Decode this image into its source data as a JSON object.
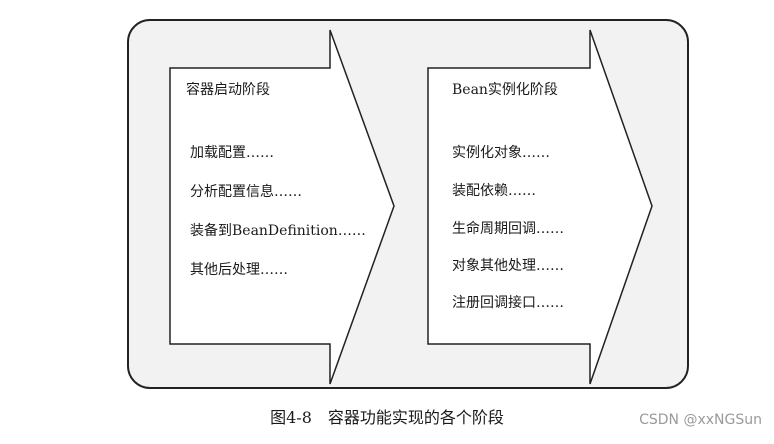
{
  "stages": [
    {
      "title": "容器启动阶段",
      "items": [
        "加载配置……",
        "分析配置信息……",
        "装备到BeanDefinition……",
        "其他后处理……"
      ]
    },
    {
      "title": "Bean实例化阶段",
      "items": [
        "实例化对象……",
        "装配依赖……",
        "生命周期回调……",
        "对象其他处理……",
        "注册回调接口……"
      ]
    }
  ],
  "caption": "图4-8　容器功能实现的各个阶段",
  "watermark": "CSDN @xxNGSun",
  "colors": {
    "panel_fill": "#f2f2f2",
    "arrow_fill": "#ffffff",
    "stroke": "#222222",
    "watermark": "#9a9a9a"
  }
}
